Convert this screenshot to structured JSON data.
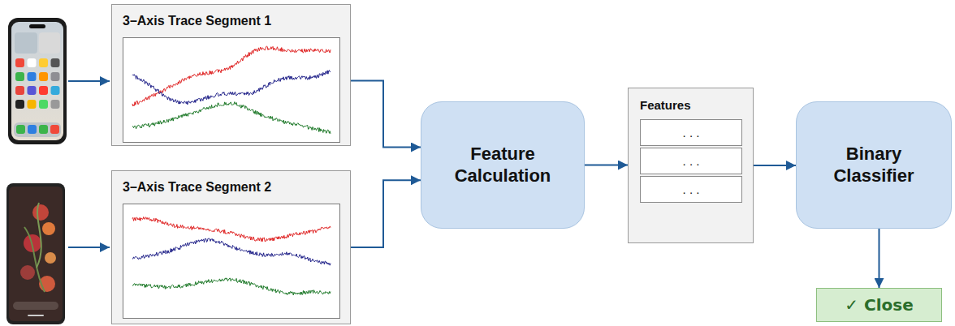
{
  "diagram": {
    "nodes": [
      {
        "text": [
          "3–Axis Trace Segment 1"
        ]
      },
      {
        "text": [
          "3–Axis Trace Segment 2"
        ]
      },
      {
        "text": [
          "Feature Calculation"
        ]
      },
      {
        "text": [
          "Features"
        ]
      },
      {
        "text": [
          ". . ."
        ],
        "in": 3
      },
      {
        "text": [
          ". . ."
        ],
        "in": 3
      },
      {
        "text": [
          ". . ."
        ],
        "in": 3
      },
      {
        "text": [
          "Binary Classifier"
        ]
      },
      {
        "text": [
          "✓ Close"
        ]
      }
    ],
    "edges": [
      {
        "from": 0,
        "to": 2,
        "arrow": "to"
      },
      {
        "from": 1,
        "to": 2,
        "arrow": "to"
      },
      {
        "from": 2,
        "to": 3,
        "arrow": "to"
      },
      {
        "from": 3,
        "to": 7,
        "arrow": "to"
      },
      {
        "from": 7,
        "to": 8,
        "arrow": "to"
      }
    ]
  }
}
